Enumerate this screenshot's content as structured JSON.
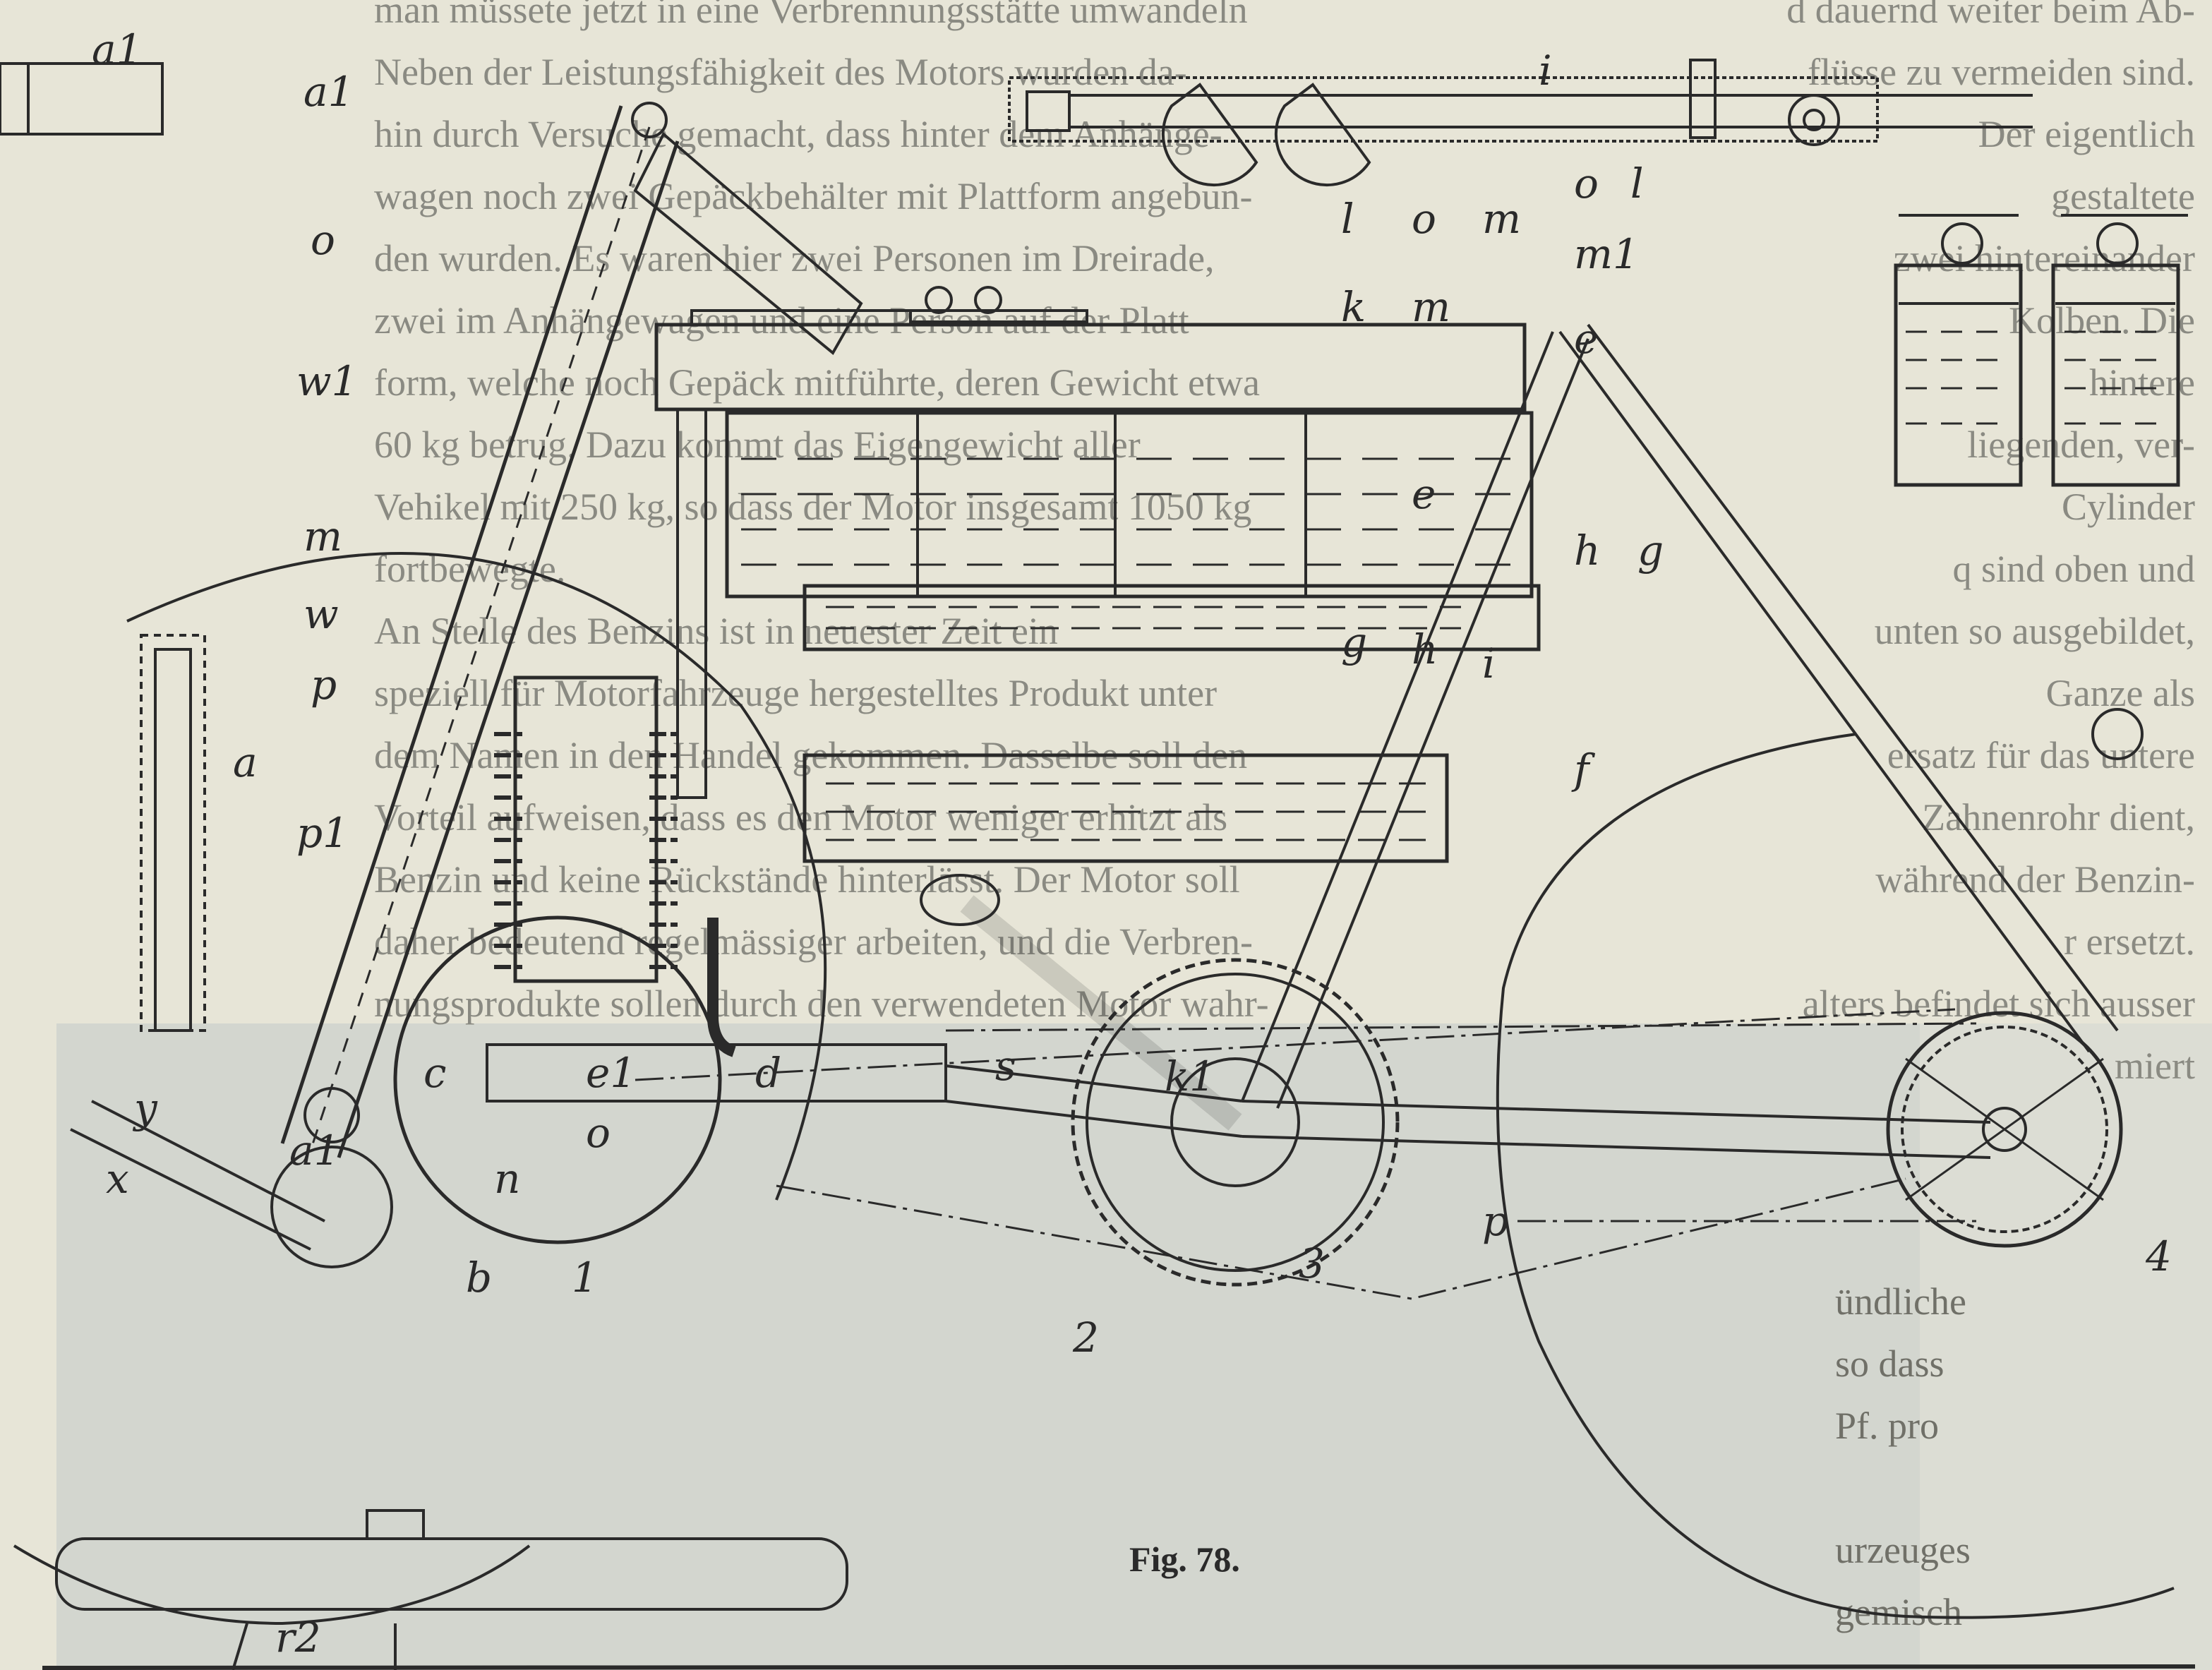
{
  "body_text": {
    "middle_column": [
      "man müssete jetzt in eine Verbrennungsstätte umwandeln",
      "Neben der Leistungsfähigkeit des Motors wurden da-",
      "hin durch Versuche gemacht, dass hinter dem Anhänge-",
      "wagen noch zwei Gepäckbehälter mit Plattform angebun-",
      "den wurden. Es waren hier zwei Personen im Dreirade,",
      "zwei im Anhängewagen und eine Person auf der Platt-",
      "form, welche noch Gepäck mitführte, deren Gewicht etwa",
      "60 kg betrug. Dazu kommt das Eigengewicht aller",
      "Vehikel mit 250 kg, so dass der Motor insgesamt 1050 kg",
      "fortbewegte.",
      "An Stelle des Benzins ist in neuester Zeit ein",
      "speziell für Motorfahrzeuge hergestelltes Produkt unter",
      "dem Namen in den Handel gekommen. Dasselbe soll den",
      "Vorteil aufweisen, dass es den Motor weniger erhitzt als",
      "Benzin und keine Rückstände hinterlässt. Der Motor soll",
      "daher bedeutend regelmässiger arbeiten, und die Verbren-",
      "nungsprodukte sollen durch den verwendeten Motor wahr-"
    ],
    "right_column": [
      "d dauernd weiter beim Ab-",
      "flüsse zu vermeiden sind.",
      "Der eigentlich",
      "gestaltete",
      "zwei hintereinander",
      "Kolben. Die",
      "hintere",
      "liegenden, ver-",
      "Cylinder",
      "q sind oben und",
      "unten so ausgebildet,",
      "Ganze als",
      "ersatz für das untere",
      "Zahnenrohr dient,",
      "während der Benzin-",
      "r ersetzt.",
      "alters befindet sich ausser",
      "miert"
    ],
    "right_lower": [
      "ündliche",
      "so dass",
      "Pf. pro",
      "",
      "urzeuges",
      "gemisch"
    ]
  },
  "figure": {
    "caption": "Fig. 78.",
    "labels": [
      "a1",
      "a1",
      "o",
      "l",
      "o",
      "m",
      "i",
      "k",
      "m",
      "w1",
      "e",
      "m",
      "w",
      "p",
      "p1",
      "g",
      "h",
      "i",
      "c",
      "e1",
      "o",
      "d",
      "a",
      "y",
      "x",
      "n",
      "b",
      "1",
      "2",
      "3",
      "4",
      "s",
      "k1",
      "p",
      "a1",
      "o",
      "l",
      "m1",
      "e",
      "h",
      "g",
      "f",
      "r2"
    ]
  }
}
